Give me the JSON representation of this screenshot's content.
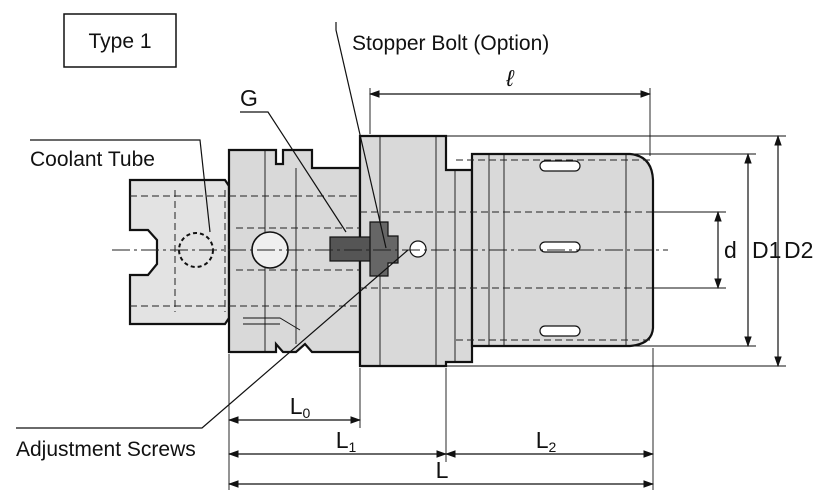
{
  "type_label": "Type 1",
  "labels": {
    "stopper_bolt": "Stopper Bolt (Option)",
    "g": "G",
    "coolant_tube": "Coolant Tube",
    "adjustment_screws": "Adjustment Screws"
  },
  "dimensions": {
    "ell": "ℓ",
    "d": "d",
    "d1": "D1",
    "d2": "D2",
    "l0_main": "L",
    "l0_sub": "0",
    "l1_main": "L",
    "l1_sub": "1",
    "l2_main": "L",
    "l2_sub": "2",
    "l": "L"
  }
}
